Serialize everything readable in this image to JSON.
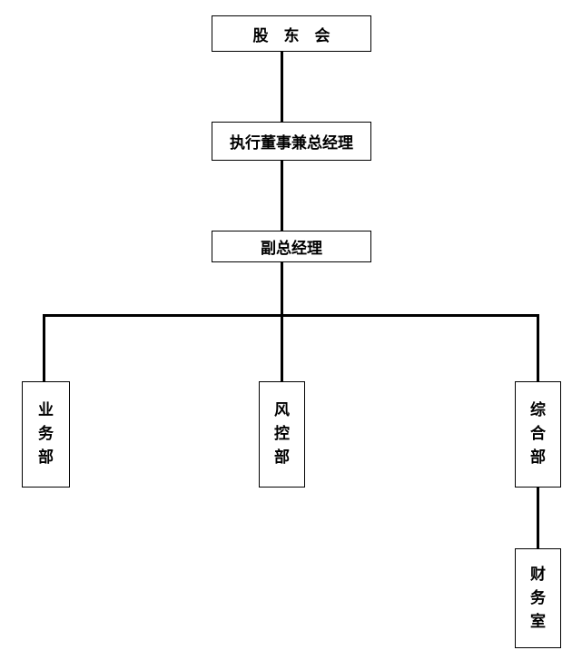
{
  "org_chart": {
    "shareholders": "股　东　会",
    "executive_director": "执行董事兼总经理",
    "deputy_gm": "副总经理",
    "business_dept": [
      "业",
      "务",
      "部"
    ],
    "risk_dept": [
      "风",
      "控",
      "部"
    ],
    "general_dept": [
      "综",
      "合",
      "部"
    ],
    "finance_office": [
      "财",
      "务",
      "室"
    ]
  }
}
